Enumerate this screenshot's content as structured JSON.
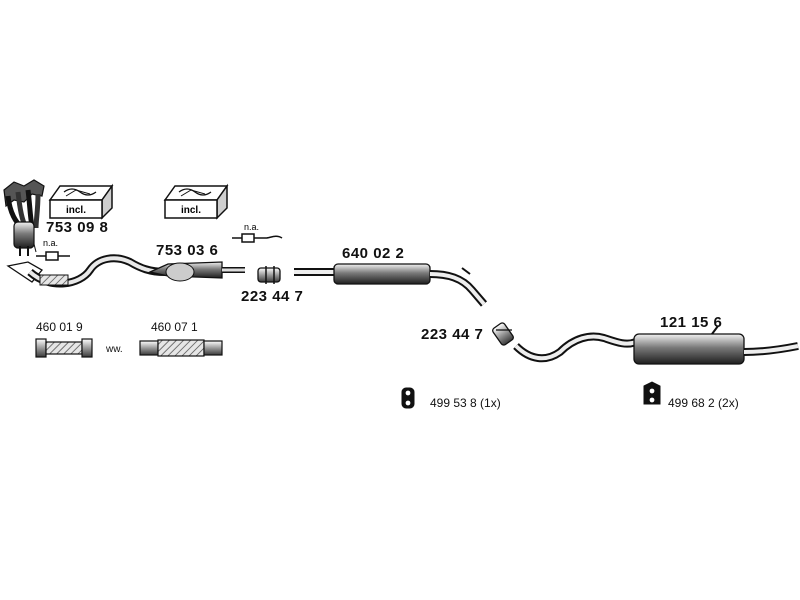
{
  "parts": {
    "manifold": "753 09 8",
    "catalyst": "753 03 6",
    "clamp_front": "223 44 7",
    "middle_silencer": "640 02 2",
    "clamp_rear": "223 44 7",
    "rear_silencer": "121 15 6",
    "flexpipe_a": "460 01 9",
    "flexpipe_b": "460 07 1",
    "mount_a": "499 53 8 (1x)",
    "mount_b": "499 68 2 (2x)"
  },
  "labels": {
    "kit_incl_1": "incl.",
    "kit_incl_2": "incl.",
    "na_1": "n.a.",
    "na_2": "n.a.",
    "ww": "ww."
  },
  "colors": {
    "line": "#111111",
    "fill_dark": "#333333",
    "fill_mid": "#8a8a8a",
    "fill_light": "#d9d9d9"
  }
}
